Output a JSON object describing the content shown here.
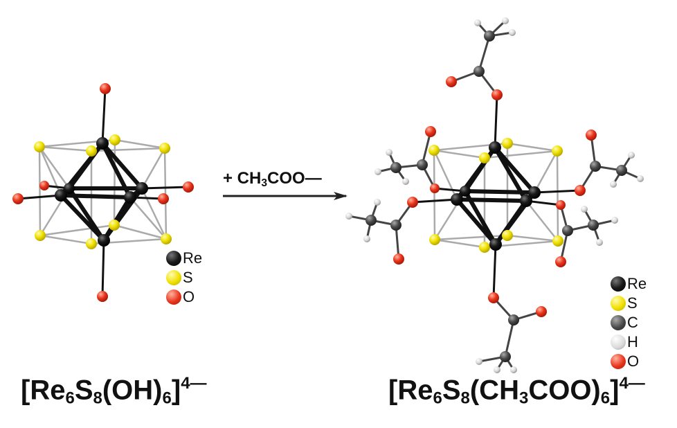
{
  "left_formula": {
    "prefix": "[Re",
    "sub1": "6",
    "mid1": "S",
    "sub2": "8",
    "mid2": "(OH)",
    "sub3": "6",
    "mid3": "]",
    "charge": "4—"
  },
  "right_formula": {
    "prefix": "[Re",
    "sub1": "6",
    "mid1": "S",
    "sub2": "8",
    "mid2": "(CH",
    "sub3": "3",
    "mid3": "COO)",
    "sub4": "6",
    "mid4": "]",
    "charge": "4—"
  },
  "arrow": {
    "prefix": "+ CH",
    "sub": "3",
    "suffix": "COO—"
  },
  "legend_left": [
    {
      "label": "Re",
      "color": "#111111",
      "icon": "re-atom-ball-icon"
    },
    {
      "label": "S",
      "color": "#f0e000",
      "icon": "s-atom-ball-icon"
    },
    {
      "label": "O",
      "color": "#e8341c",
      "icon": "o-atom-ball-icon"
    }
  ],
  "legend_right": [
    {
      "label": "Re",
      "color": "#111111",
      "icon": "re-atom-ball-icon"
    },
    {
      "label": "S",
      "color": "#f0e000",
      "icon": "s-atom-ball-icon"
    },
    {
      "label": "C",
      "color": "#4a4a4a",
      "icon": "c-atom-ball-icon"
    },
    {
      "label": "H",
      "color": "#d9d9d9",
      "icon": "h-atom-ball-icon"
    },
    {
      "label": "O",
      "color": "#e8341c",
      "icon": "o-atom-ball-icon"
    }
  ],
  "colors": {
    "re": "#111111",
    "s": "#f0e000",
    "o": "#e8341c",
    "c": "#4a4a4a",
    "h": "#d9d9d9",
    "bond": "#999999"
  }
}
